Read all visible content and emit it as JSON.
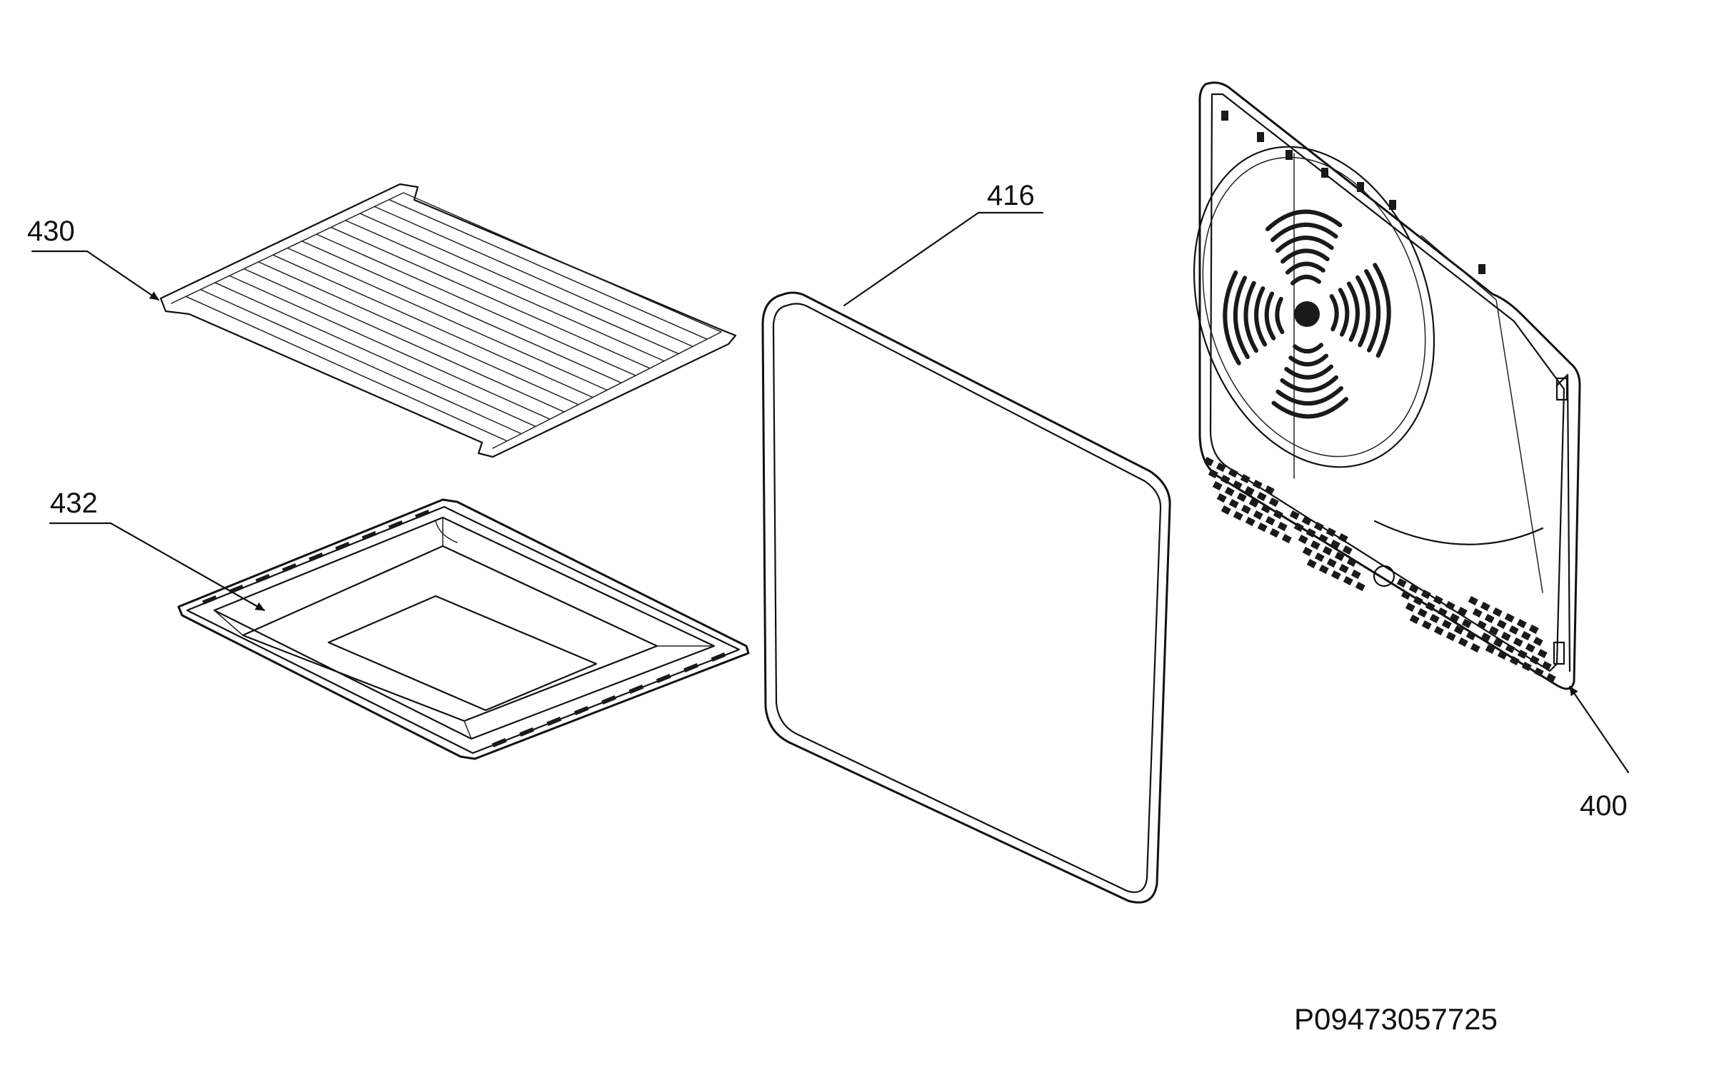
{
  "callouts": [
    {
      "id": "grid-shelf",
      "label": "430"
    },
    {
      "id": "baking-tray",
      "label": "432"
    },
    {
      "id": "door-seal",
      "label": "416"
    },
    {
      "id": "back-panel",
      "label": "400"
    }
  ],
  "drawing_code": "P09473057725"
}
